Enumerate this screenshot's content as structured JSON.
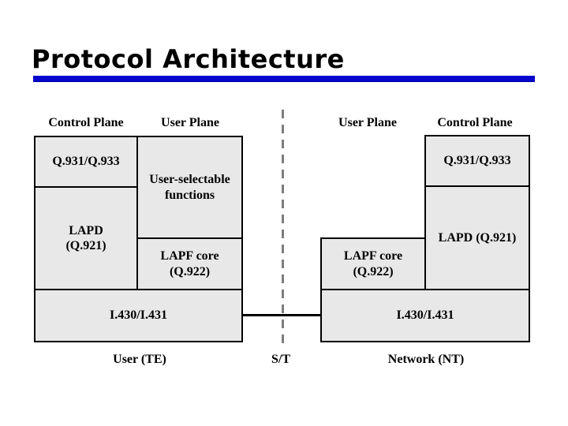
{
  "title": "Protocol Architecture",
  "diagram": {
    "user_side": {
      "control_plane_header": "Control Plane",
      "user_plane_header": "User Plane",
      "q931_box": "Q.931/Q.933",
      "user_selectable_box": "User-selectable\nfunctions",
      "lapd_box": "LAPD\n(Q.921)",
      "lapf_box": "LAPF core\n(Q.922)",
      "physical_box": "I.430/I.431",
      "terminal_label": "User (TE)"
    },
    "network_side": {
      "user_plane_header": "User Plane",
      "control_plane_header": "Control Plane",
      "q931_box": "Q.931/Q.933",
      "lapd_box": "LAPD (Q.921)",
      "lapf_box": "LAPF core\n(Q.922)",
      "physical_box": "I.430/I.431",
      "terminal_label": "Network (NT)"
    },
    "reference_point_label": "S/T"
  },
  "colors": {
    "accent_rule": "#0505CE",
    "box_fill": "#E8E8E8",
    "box_border": "#000000",
    "dashed_line": "#7D7D7D"
  }
}
